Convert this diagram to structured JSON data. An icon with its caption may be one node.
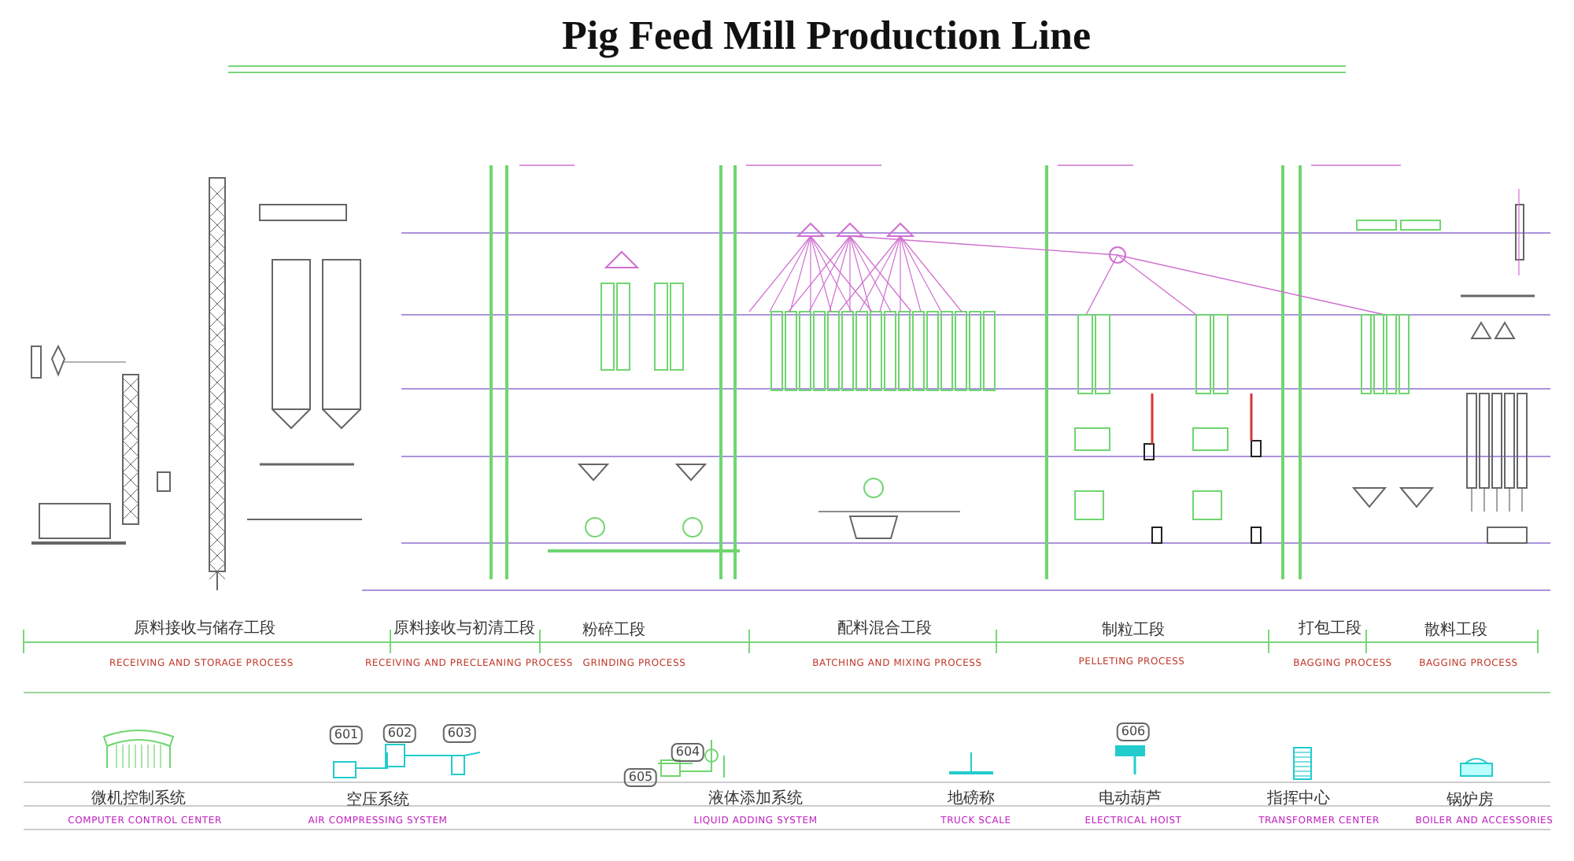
{
  "diagram": {
    "title": "Pig Feed Mill Production Line",
    "labels": [
      "原料接收与储存工段",
      "原料接收与初清工段",
      "粉碎工段",
      "配料混合工段",
      "制粒工段",
      "打包工段",
      "散料工段",
      "RECEIVING AND STORAGE PROCESS",
      "RECEIVING AND PRECLEANING PROCESS",
      "GRINDING PROCESS",
      "BATCHING AND MIXING PROCESS",
      "PELLETING PROCESS",
      "BAGGING PROCESS",
      "BAGGING PROCESS",
      "601",
      "602",
      "603",
      "604",
      "605",
      "606",
      "微机控制系统",
      "空压系统",
      "液体添加系统",
      "地磅称",
      "电动葫芦",
      "指挥中心",
      "锅炉房",
      "COMPUTER CONTROL CENTER",
      "AIR COMPRESSING SYSTEM",
      "LIQUID ADDING SYSTEM",
      "TRUCK SCALE",
      "ELECTRICAL HOIST",
      "TRANSFORMER CENTER",
      "BOILER AND ACCESSORIES"
    ]
  }
}
